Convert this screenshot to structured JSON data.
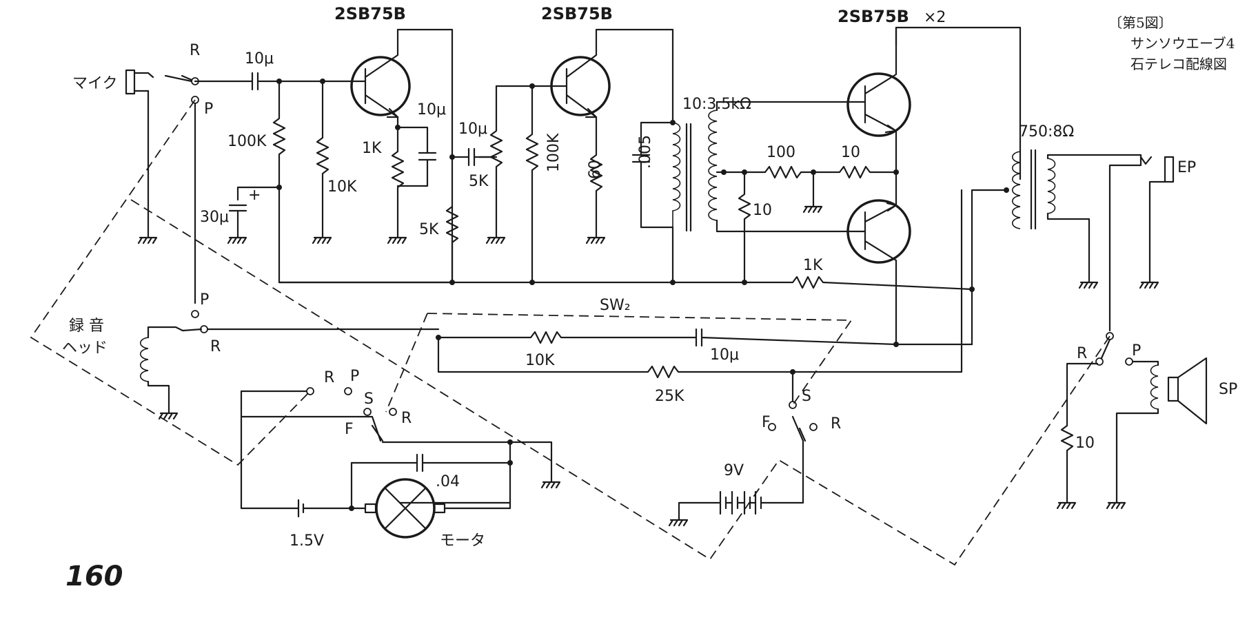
{
  "caption": {
    "figure": "〔第5図〕",
    "line1": "サンソウエーブ4",
    "line2": "石テレコ配線図"
  },
  "page_number": "160",
  "transistors": {
    "q1": "2SB75B",
    "q2": "2SB75B",
    "pushpull": "2SB75B",
    "pushpull_count": "×2"
  },
  "components": {
    "mic": "マイク",
    "c_in": "10μ",
    "r1": "100K",
    "r2": "10K",
    "c_bias": "30μ",
    "r_emit1": "1K",
    "c_emit1": "10μ",
    "c_couple": "10μ",
    "vol": "5K",
    "r_dec": "5K",
    "r_base2": "100K",
    "r_emit2": "60",
    "c_tr": ".005",
    "tr_in": "10:3.5kΩ",
    "r_bias1": "100",
    "r_bias2": "10",
    "r_bias3": "10",
    "tr_out": "750:8Ω",
    "earphone": "EP",
    "r_fb": "1K",
    "sw2": "SW₂",
    "rec_head": "録 音",
    "rec_head2": "ヘッド",
    "r_rec": "10K",
    "c_rec": "10μ",
    "r_osc": "25K",
    "cap_motor": ".04",
    "batt_motor": "1.5V",
    "motor": "モータ",
    "batt_main": "9V",
    "speaker": "SP",
    "r_sp": "10"
  },
  "switch_labels": {
    "mic_r": "R",
    "mic_p": "P",
    "head_p": "P",
    "head_r": "R",
    "m_r": "R",
    "m_p": "P",
    "m_s": "S",
    "m_r2": "R",
    "m_f": "F",
    "b_f": "F",
    "b_s": "S",
    "b_r": "R",
    "sp_r": "R",
    "sp_p": "P"
  }
}
